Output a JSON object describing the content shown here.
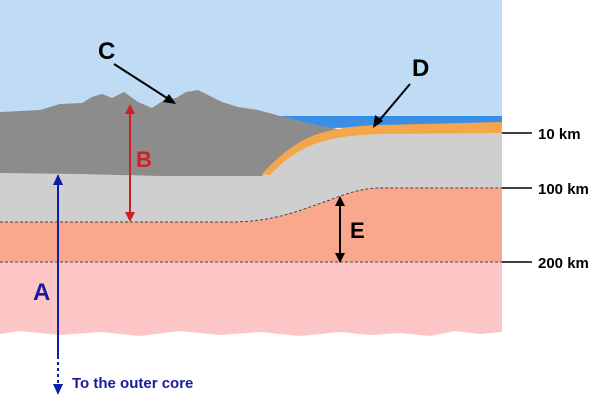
{
  "labels": {
    "a": "A",
    "b": "B",
    "c": "C",
    "d": "D",
    "e": "E"
  },
  "depths": [
    "10 km",
    "100 km",
    "200 km"
  ],
  "caption": "To the outer core",
  "colors": {
    "sky": "#bfdcf4",
    "ocean": "#3b8ee6",
    "continent": "#8c8c8c",
    "oceanic_crust": "#f5a64a",
    "lithosphere": "#cfcfcf",
    "asthenosphere": "#f9a88e",
    "lower_mantle": "#fcc6c6",
    "arrow_blue": "#0d1fa8",
    "arrow_red": "#cc1f1f",
    "label_blue": "#1a1aa0",
    "label_red": "#d42020",
    "text_dark": "#000000"
  }
}
